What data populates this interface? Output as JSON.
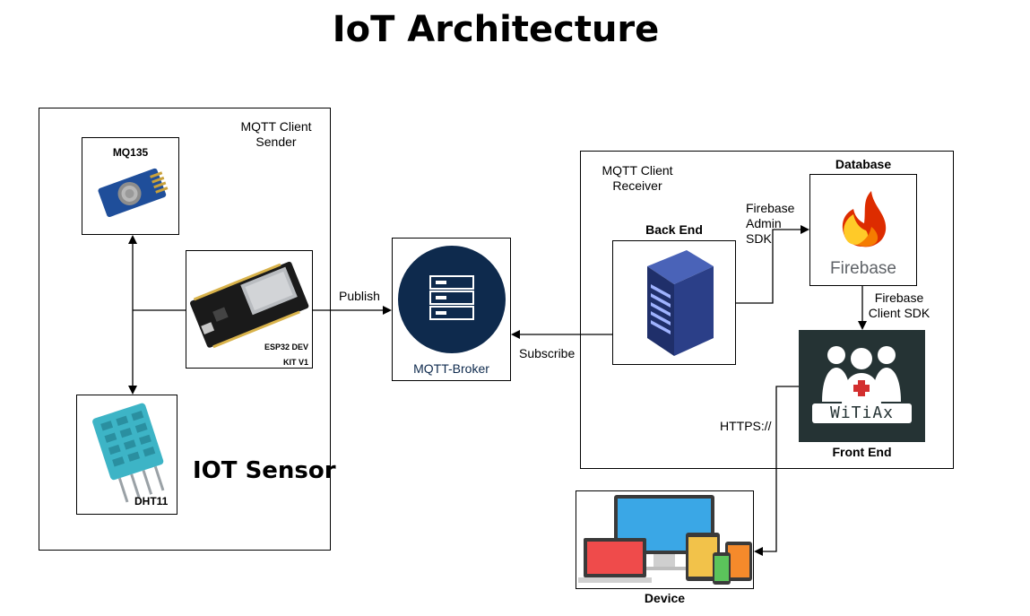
{
  "title": "IoT Architecture",
  "sensor_group": {
    "heading": "IOT Sensor",
    "client_label": "MQTT Client\nSender",
    "mq135_label": "MQ135",
    "esp32_label": "ESP32 DEV\nKIT V1",
    "dht11_label": "DHT11"
  },
  "broker": {
    "label": "MQTT-Broker"
  },
  "receiver_group": {
    "client_label": "MQTT Client\nReceiver",
    "backend_label": "Back End",
    "database_label": "Database",
    "firebase_logo_text": "Firebase",
    "frontend_label": "Front End",
    "witiax_logo_text": "WiTiAx"
  },
  "device": {
    "label": "Device"
  },
  "connections": {
    "publish": "Publish",
    "subscribe": "Subscribe",
    "admin_sdk": "Firebase\nAdmin\nSDK",
    "client_sdk": "Firebase\nClient SDK",
    "https": "HTTPS://"
  },
  "colors": {
    "broker_circle": "#0e2a4d",
    "server_body": "#2b3f88",
    "firebase_orange": "#f57c00",
    "firebase_yellow": "#ffca28",
    "firebase_red": "#dd2c00",
    "dht11_blue": "#3db4c6",
    "frontend_bg": "#253334"
  }
}
